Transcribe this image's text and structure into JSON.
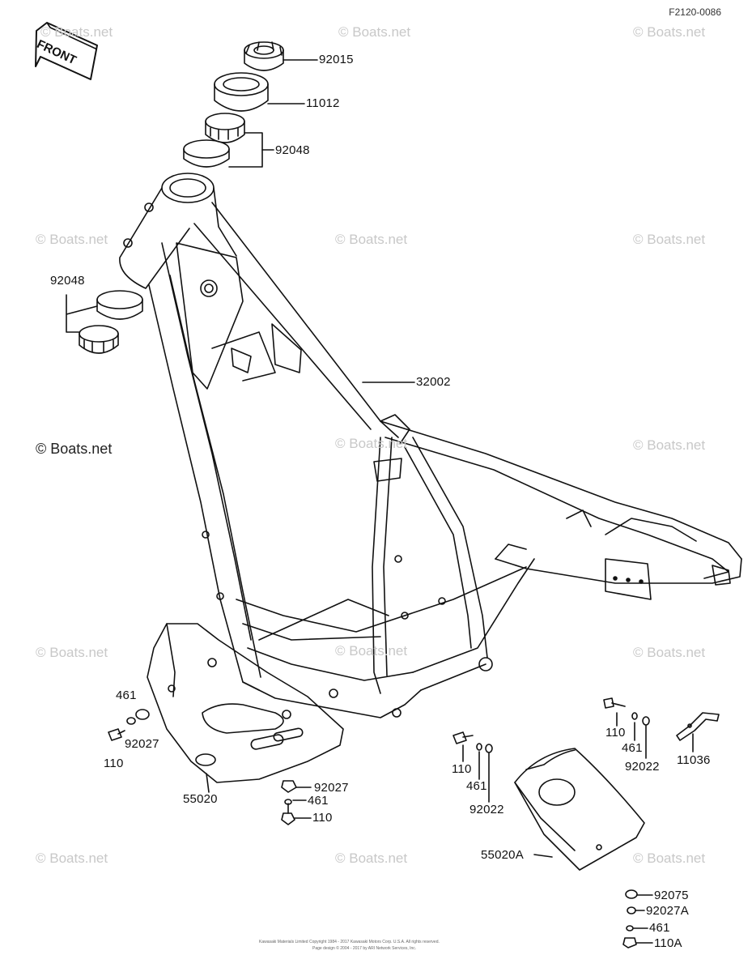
{
  "diagram_code": "F2120-0086",
  "front_label": "FRONT",
  "watermarks": [
    "© Boats.net",
    "© Boats.net",
    "© Boats.net",
    "© Boats.net",
    "© Boats.net",
    "© Boats.net",
    "© Boats.net",
    "© Boats.net",
    "© Boats.net",
    "© Boats.net",
    "© Boats.net",
    "© Boats.net",
    "© Boats.net",
    "© Boats.net",
    "© Boats.net"
  ],
  "parts": {
    "p92015": "92015",
    "p11012": "11012",
    "p92048_top": "92048",
    "p92048_left": "92048",
    "p32002": "32002",
    "p461_a": "461",
    "p92027_a": "92027",
    "p110_a": "110",
    "p55020": "55020",
    "p92027_b": "92027",
    "p461_b": "461",
    "p110_b": "110",
    "p110_c": "110",
    "p461_c": "461",
    "p92022_a": "92022",
    "p110_d": "110",
    "p461_d": "461",
    "p92022_b": "92022",
    "p11036": "11036",
    "p55020A": "55020A",
    "p92075": "92075",
    "p92027A": "92027A",
    "p461_e": "461",
    "p110A": "110A"
  },
  "fine_print": [
    "Kawasaki Materials Limited  Copyright 1984 - 2017  Kawasaki Motors Corp. U.S.A.  All rights reserved.",
    "Page design © 2004 - 2017 by ARI Network Services, Inc."
  ]
}
